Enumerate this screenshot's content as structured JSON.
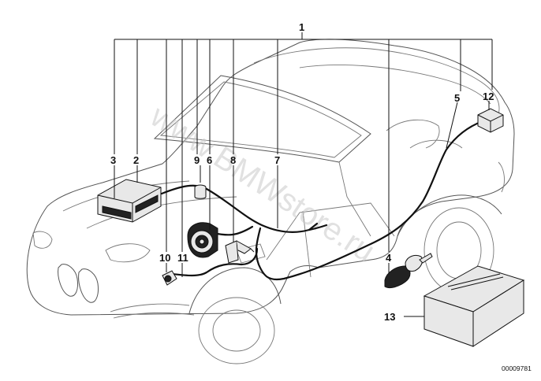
{
  "diagram": {
    "watermark": "www.BMWstore.ru",
    "reference_number": "00009781",
    "callouts": [
      {
        "id": "1",
        "label": "1"
      },
      {
        "id": "2",
        "label": "2"
      },
      {
        "id": "3",
        "label": "3"
      },
      {
        "id": "4",
        "label": "4"
      },
      {
        "id": "5",
        "label": "5"
      },
      {
        "id": "6",
        "label": "6"
      },
      {
        "id": "7",
        "label": "7"
      },
      {
        "id": "8",
        "label": "8"
      },
      {
        "id": "9",
        "label": "9"
      },
      {
        "id": "10",
        "label": "10"
      },
      {
        "id": "11",
        "label": "11"
      },
      {
        "id": "12",
        "label": "12"
      },
      {
        "id": "13",
        "label": "13"
      }
    ],
    "colors": {
      "line": "#111111",
      "car_outline": "#555555",
      "watermark": "#c9c9c9",
      "background": "#ffffff"
    }
  }
}
